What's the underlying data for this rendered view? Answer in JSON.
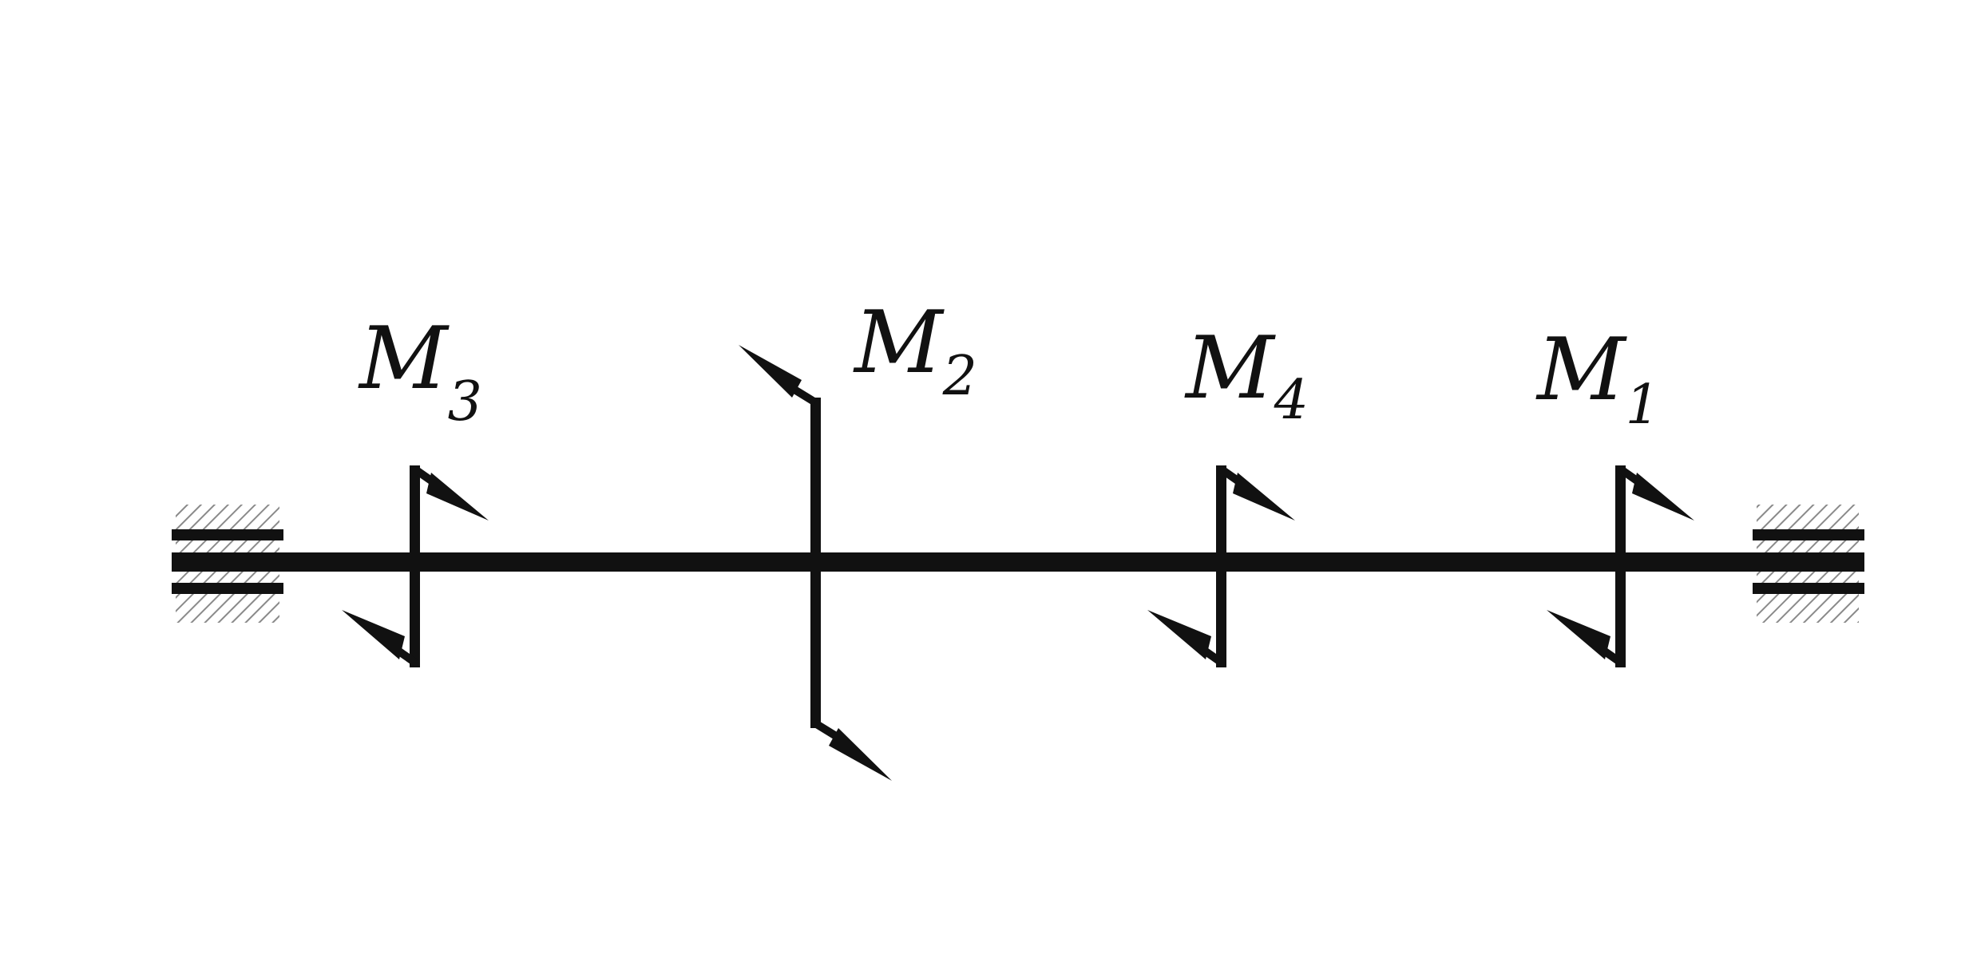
{
  "diagram": {
    "moments": [
      {
        "symbol": "M",
        "index": "3"
      },
      {
        "symbol": "M",
        "index": "2"
      },
      {
        "symbol": "M",
        "index": "4"
      },
      {
        "symbol": "M",
        "index": "1"
      }
    ]
  },
  "colors": {
    "ink": "#111111",
    "hatch": "#8a8a8a",
    "background": "#ffffff"
  }
}
